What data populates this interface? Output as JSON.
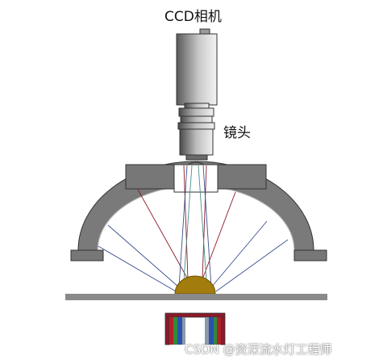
{
  "labels": {
    "camera": "CCD相机",
    "lens": "镜头"
  },
  "watermark": "CSDN @资深流水灯工程师",
  "colors": {
    "camera_body_dark": "#555555",
    "camera_body_light": "#f2f2f2",
    "dome_gray": "#777777",
    "stage_gray": "#8a8a8a",
    "specimen_gold": "#a27c0c",
    "ray_red": "#8b1a2a",
    "ray_blue": "#3b4f8f",
    "ray_teal": "#4a8f86",
    "light_red": "#b0202a",
    "light_green": "#2e8b3a",
    "light_blue": "#2c4fb0",
    "light_gray": "#8a9aa8"
  }
}
